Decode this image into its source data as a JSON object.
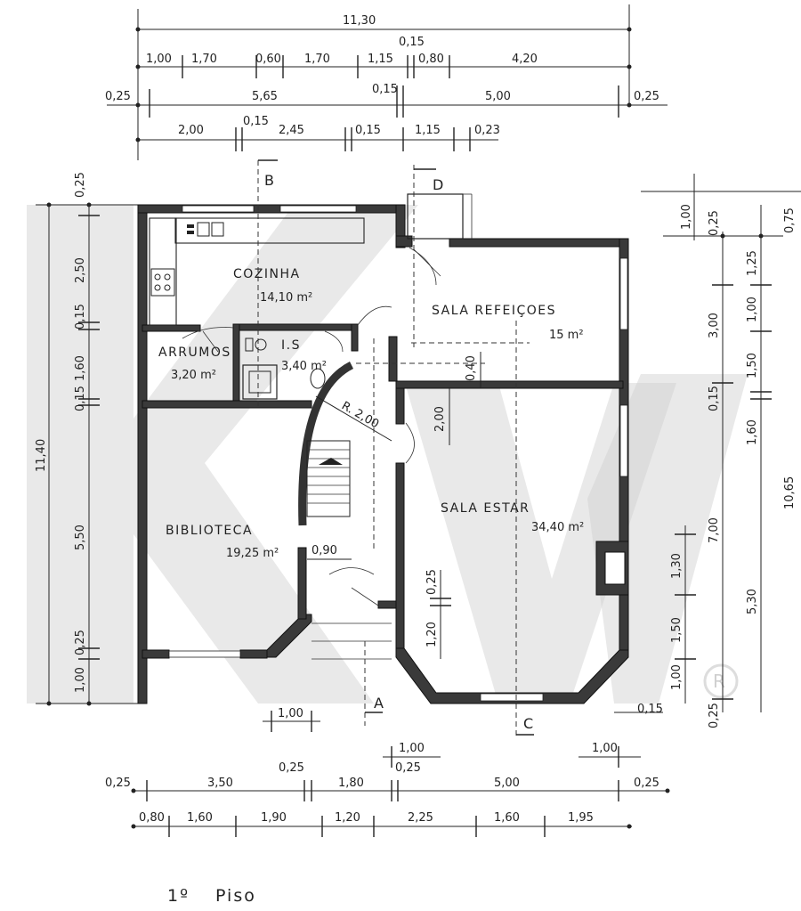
{
  "plan": {
    "title_number": "1º",
    "title_word": "Piso",
    "sections": {
      "a": "A",
      "b": "B",
      "c": "C",
      "d": "D"
    },
    "rooms": {
      "cozinha": {
        "name": "COZINHA",
        "area": "14,10 m²"
      },
      "refeicoes": {
        "name": "SALA  REFEIÇOES",
        "area": "15 m²"
      },
      "arrumos": {
        "name": "ARRUMOS",
        "area": "3,20 m²"
      },
      "is": {
        "name": "I.S",
        "area": "3,40 m²"
      },
      "biblioteca": {
        "name": "BIBLIOTECA",
        "area": "19,25 m²"
      },
      "estar": {
        "name": "SALA  ESTAR",
        "area": "34,40 m²"
      }
    },
    "radius_label": "R. 2,00",
    "top_dims": {
      "overall": "11,30",
      "r2": [
        "1,00",
        "1,70",
        "0,60",
        "1,70",
        "1,15",
        "0,15",
        "0,80",
        "4,20"
      ],
      "r3": [
        "0,25",
        "5,65",
        "0,15",
        "5,00",
        "0,25"
      ],
      "r4": [
        "2,00",
        "0,15",
        "2,45",
        "0,15",
        "1,15",
        "0,23"
      ]
    },
    "bottom_dims": {
      "r1": [
        "0,25",
        "3,50",
        "0,25",
        "1,80",
        "5,00",
        "0,25"
      ],
      "r2": [
        "0,80",
        "1,60",
        "1,90",
        "1,20",
        "2,25",
        "1,60",
        "1,95"
      ],
      "misc": [
        "1,00",
        "1,00",
        "0,25",
        "1,00",
        "0,15"
      ]
    },
    "left_dims": {
      "overall": "11,40",
      "chain": [
        "0,25",
        "2,50",
        "0,15",
        "1,60",
        "0,15",
        "5,50",
        "0,25",
        "1,00"
      ]
    },
    "right_dims": {
      "outer": [
        "0,75",
        "10,65"
      ],
      "mid": [
        "0,25",
        "3,00",
        "7,00",
        "0,25"
      ],
      "inner": [
        "1,00",
        "1,25",
        "1,00",
        "1,50",
        "0,15",
        "1,60",
        "5,30"
      ],
      "window": [
        "1,30",
        "1,50",
        "1,00"
      ]
    },
    "inner_dims": [
      "2,00",
      "0,40",
      "0,90",
      "0,25",
      "1,20"
    ]
  }
}
